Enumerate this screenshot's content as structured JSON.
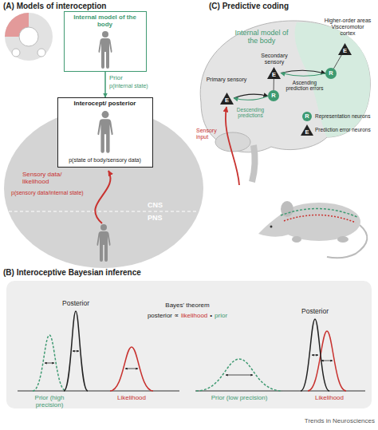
{
  "diagram": {
    "nodes": [
      {
        "text": [
          "Internal model of the body"
        ]
      },
      {
        "text": [
          "CNS",
          "PNS"
        ]
      },
      {
        "text": [
          "Interocept/ posterior",
          "p(state of body/sensory data)"
        ],
        "in": 1
      },
      {
        "text": [
          "E"
        ]
      },
      {
        "text": [
          "R"
        ]
      },
      {
        "text": [
          "E"
        ]
      },
      {
        "text": [
          "R"
        ]
      },
      {
        "text": [
          "E"
        ]
      }
    ],
    "edges": [
      {
        "from": 0,
        "to": 2,
        "arrow": "to",
        "label": "Prior"
      },
      {
        "from": 3,
        "to": 4,
        "arrow": "to"
      },
      {
        "from": 4,
        "to": 3,
        "arrow": "to"
      },
      {
        "from": 4,
        "to": 5,
        "arrow": "none"
      },
      {
        "from": 5,
        "to": 6,
        "arrow": "to"
      },
      {
        "from": 6,
        "to": 5,
        "arrow": "to"
      },
      {
        "from": 6,
        "to": 7,
        "arrow": "none"
      }
    ],
    "labels": [
      "(A) Models of interoception",
      "p(internal state)",
      "Sensory data/ likelihood",
      "p(sensory data/internal state)",
      "(C) Predictive coding",
      "Internal model of the body",
      "Higher-order areas Visceromotor cortex",
      "Secondary sensory",
      "Primary sensory",
      "Ascending prediction errors",
      "Descending predictions",
      "Sensory input",
      "R",
      "E",
      "(B) Interoceptive Bayesian inference",
      "Posterior",
      "Bayes' theorem",
      "posterior ∝",
      "likelihood",
      "•",
      "prior",
      "Posterior",
      "Prior (high precision)",
      "Likelihood",
      "Prior (low precision)",
      "Likelihood",
      "Trends in Neurosciences"
    ],
    "legend": [
      {
        "text": "Representation neurons"
      },
      {
        "text": "Prediction error neurons"
      }
    ]
  }
}
